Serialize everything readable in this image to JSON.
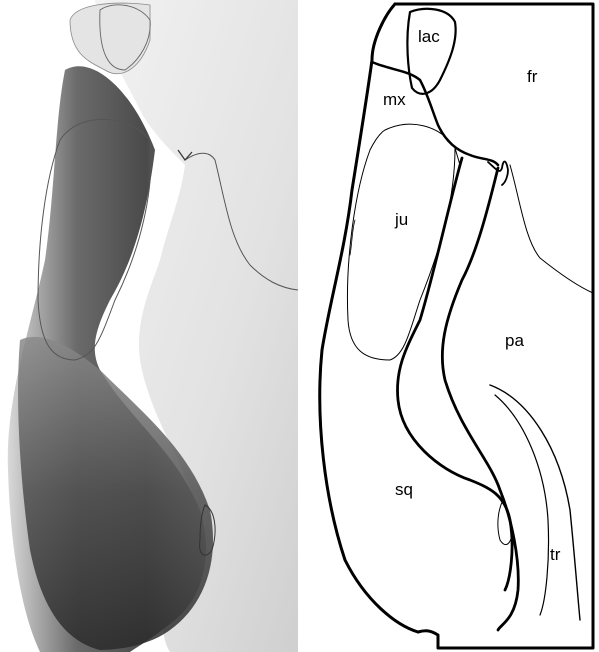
{
  "labels": {
    "lac": "lac",
    "fr": "fr",
    "mx": "mx",
    "ju": "ju",
    "pa": "pa",
    "sq": "sq",
    "tr": "tr"
  },
  "panels": {
    "left": "pencil-shaded-illustration",
    "right": "labeled-line-drawing"
  },
  "colors": {
    "ink": "#000000",
    "paper": "#ffffff",
    "bone_light": "#ededed",
    "bone_dark": "#3a3a3a"
  }
}
